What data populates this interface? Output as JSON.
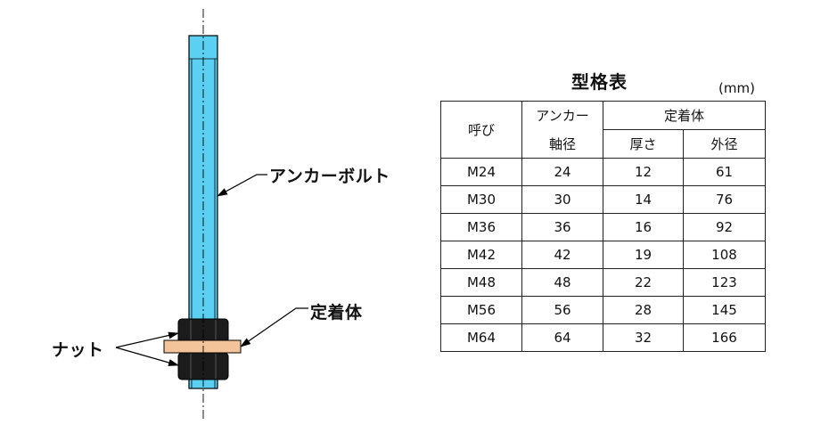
{
  "labels": {
    "anchor_bolt": "アンカーボルト",
    "fixture": "定着体",
    "nut": "ナット"
  },
  "table": {
    "title": "型格表",
    "unit": "(mm)",
    "headers": {
      "nominal": "呼び",
      "anchor_shaft_line1": "アンカー",
      "anchor_shaft_line2": "軸径",
      "fixture": "定着体",
      "thickness": "厚さ",
      "outer_diameter": "外径"
    },
    "rows": [
      {
        "nominal": "M24",
        "shaft": "24",
        "thickness": "12",
        "outer": "61"
      },
      {
        "nominal": "M30",
        "shaft": "30",
        "thickness": "14",
        "outer": "76"
      },
      {
        "nominal": "M36",
        "shaft": "36",
        "thickness": "16",
        "outer": "92"
      },
      {
        "nominal": "M42",
        "shaft": "42",
        "thickness": "19",
        "outer": "108"
      },
      {
        "nominal": "M48",
        "shaft": "48",
        "thickness": "22",
        "outer": "123"
      },
      {
        "nominal": "M56",
        "shaft": "56",
        "thickness": "28",
        "outer": "145"
      },
      {
        "nominal": "M64",
        "shaft": "64",
        "thickness": "32",
        "outer": "166"
      }
    ]
  },
  "colors": {
    "bolt": "#5cd0f2",
    "fixture": "#f3c49a",
    "nut": "#1b1b1b"
  }
}
